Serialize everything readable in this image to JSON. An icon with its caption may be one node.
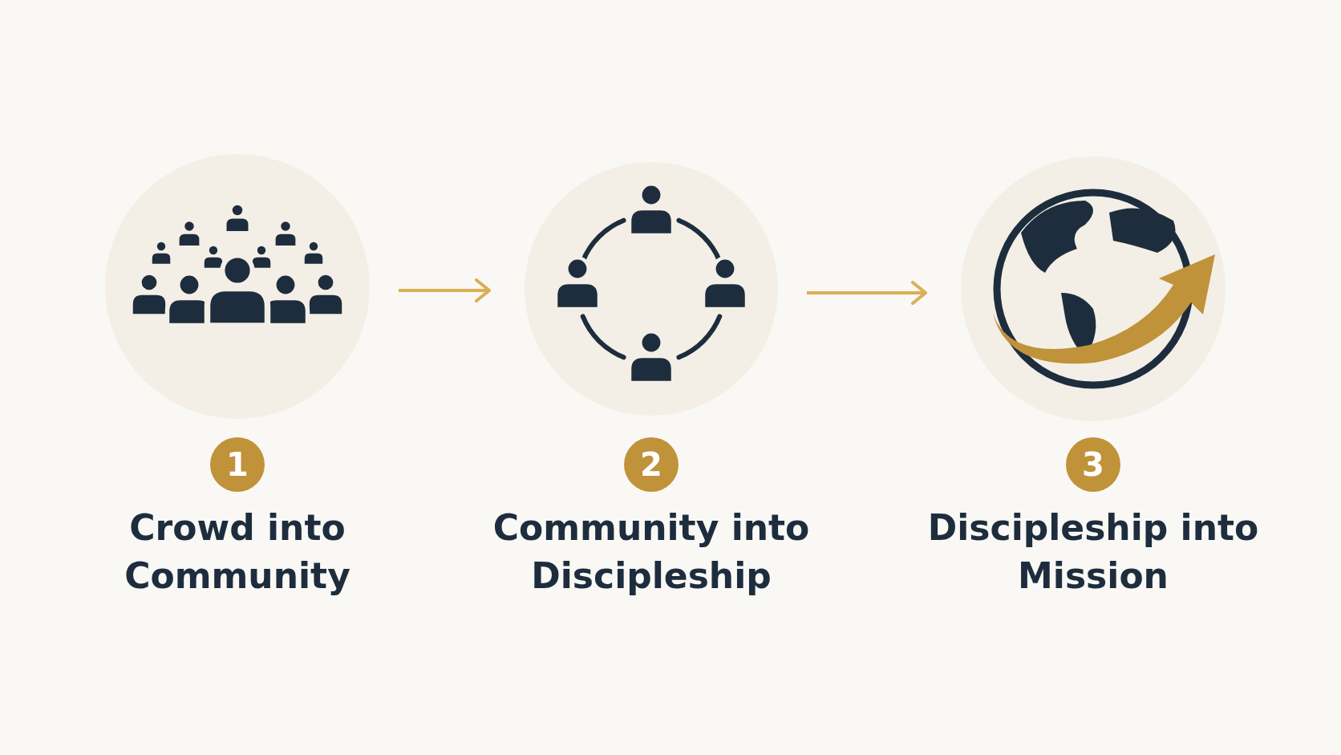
{
  "diagram": {
    "nodes": [
      {
        "text": [],
        "shape": "circle",
        "beside": [
          "1",
          "Crowd into Community"
        ]
      },
      {
        "text": [],
        "shape": "circle",
        "beside": [
          "2",
          "Community into Discipleship"
        ]
      },
      {
        "text": [],
        "shape": "circle",
        "beside": [
          "3",
          "Discipleship into Mission"
        ]
      }
    ],
    "edges": [
      {
        "from": 0,
        "to": 1,
        "arrow": "to",
        "color": "#dcae55"
      },
      {
        "from": 1,
        "to": 2,
        "arrow": "to",
        "color": "#dcae55"
      }
    ]
  }
}
